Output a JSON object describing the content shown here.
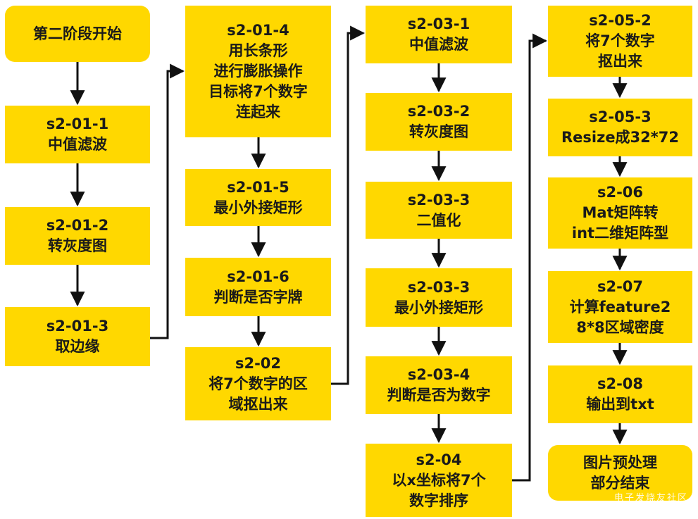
{
  "nodes": [
    {
      "id": "start",
      "text": "第二阶段开始"
    },
    {
      "id": "s2-01-1",
      "text": "s2-01-1\n中值滤波"
    },
    {
      "id": "s2-01-2",
      "text": "s2-01-2\n转灰度图"
    },
    {
      "id": "s2-01-3",
      "text": "s2-01-3\n取边缘"
    },
    {
      "id": "s2-01-4",
      "text": "s2-01-4\n用长条形\n进行膨胀操作\n目标将7个数字\n连起来"
    },
    {
      "id": "s2-01-5",
      "text": "s2-01-5\n最小外接矩形"
    },
    {
      "id": "s2-01-6",
      "text": "s2-01-6\n判断是否字牌"
    },
    {
      "id": "s2-02",
      "text": "s2-02\n将7个数字的区\n域抠出来"
    },
    {
      "id": "s2-03-1",
      "text": "s2-03-1\n中值滤波"
    },
    {
      "id": "s2-03-2",
      "text": "s2-03-2\n转灰度图"
    },
    {
      "id": "s2-03-3a",
      "text": "s2-03-3\n二值化"
    },
    {
      "id": "s2-03-3b",
      "text": "s2-03-3\n最小外接矩形"
    },
    {
      "id": "s2-03-4",
      "text": "s2-03-4\n判断是否为数字"
    },
    {
      "id": "s2-04",
      "text": "s2-04\n以x坐标将7个\n数字排序"
    },
    {
      "id": "s2-05-2",
      "text": "s2-05-2\n将7个数字\n抠出来"
    },
    {
      "id": "s2-05-3",
      "text": "s2-05-3\nResize成32*72"
    },
    {
      "id": "s2-06",
      "text": "s2-06\nMat矩阵转\nint二维矩阵型"
    },
    {
      "id": "s2-07",
      "text": "s2-07\n计算feature2\n8*8区域密度"
    },
    {
      "id": "s2-08",
      "text": "s2-08\n输出到txt"
    },
    {
      "id": "end",
      "text": "图片预处理\n部分结束"
    }
  ],
  "colors": {
    "box": "#ffd800",
    "text": "#1a1a1a",
    "arrow": "#111111"
  },
  "watermark": "电子发烧友社区"
}
